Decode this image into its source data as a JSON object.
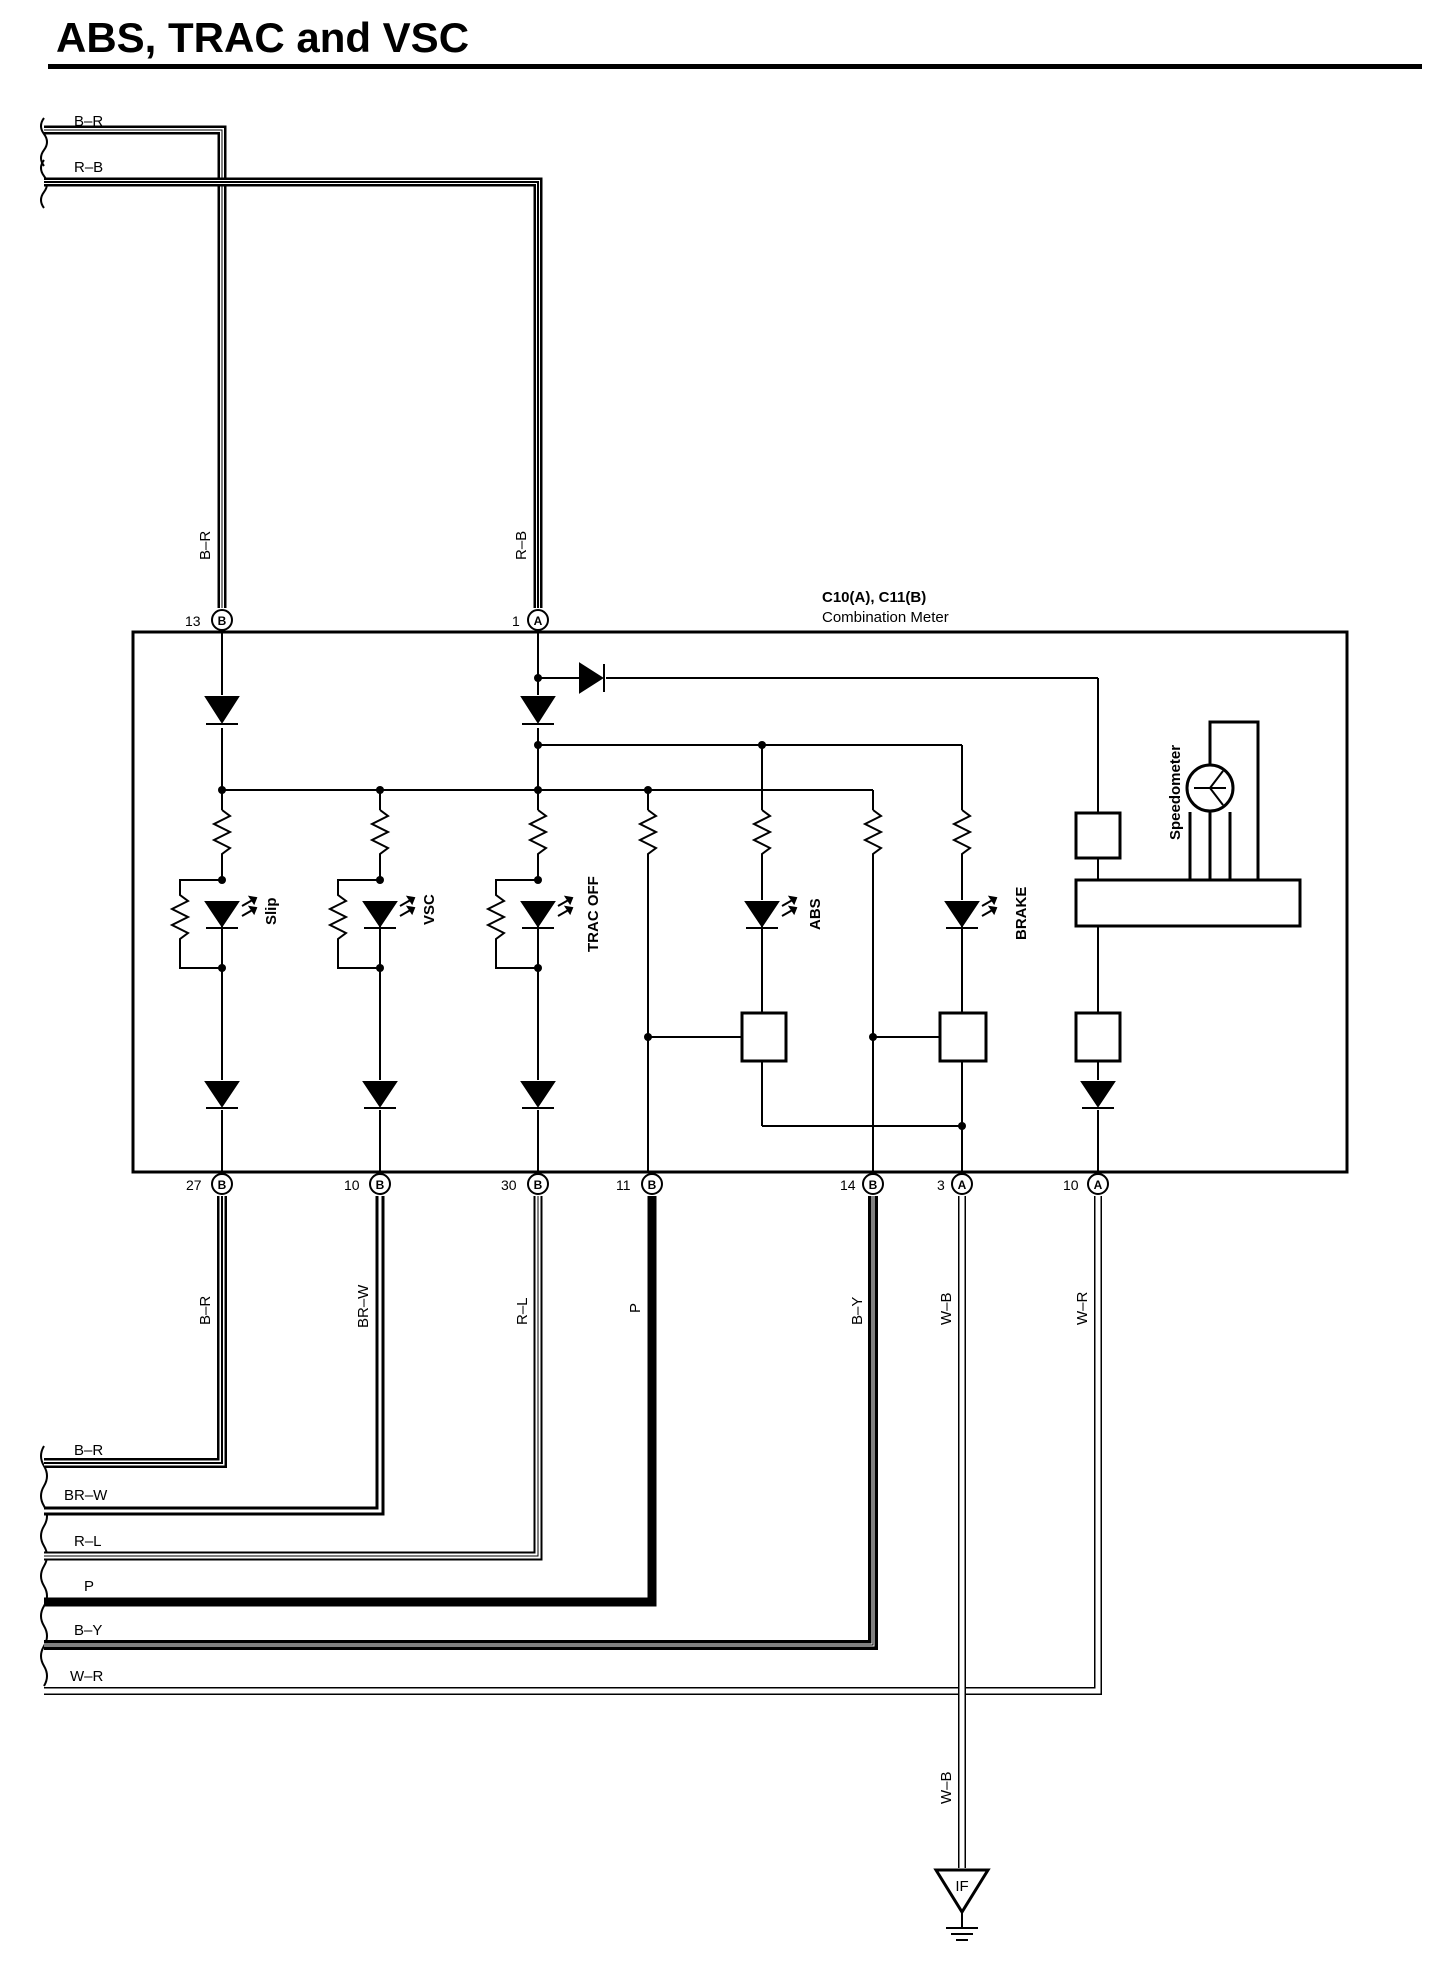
{
  "title": "ABS, TRAC and VSC",
  "component": {
    "connectors": "C10(A), C11(B)",
    "name": "Combination Meter"
  },
  "top_wires": [
    {
      "left_label": "B–R",
      "vertical_label": "B–R",
      "pin": "13",
      "connector": "B"
    },
    {
      "left_label": "R–B",
      "vertical_label": "R–B",
      "pin": "1",
      "connector": "A"
    }
  ],
  "bottom_wires": [
    {
      "vertical_label": "B–R",
      "pin": "27",
      "connector": "B",
      "left_label": "B–R"
    },
    {
      "vertical_label": "BR–W",
      "pin": "10",
      "connector": "B",
      "left_label": "BR–W"
    },
    {
      "vertical_label": "R–L",
      "pin": "30",
      "connector": "B",
      "left_label": "R–L"
    },
    {
      "vertical_label": "P",
      "pin": "11",
      "connector": "B",
      "left_label": "P"
    },
    {
      "vertical_label": "B–Y",
      "pin": "14",
      "connector": "B",
      "left_label": "B–Y"
    },
    {
      "vertical_label": "W–B",
      "pin": "3",
      "connector": "A",
      "left_label": ""
    },
    {
      "vertical_label": "W–R",
      "pin": "10",
      "connector": "A",
      "left_label": "W–R"
    }
  ],
  "indicators": {
    "slip": "Slip",
    "vsc": "VSC",
    "trac_off": "TRAC OFF",
    "abs": "ABS",
    "brake": "BRAKE"
  },
  "speedometer": "Speedometer",
  "ground": {
    "wire_label": "W–B",
    "point": "IF"
  }
}
